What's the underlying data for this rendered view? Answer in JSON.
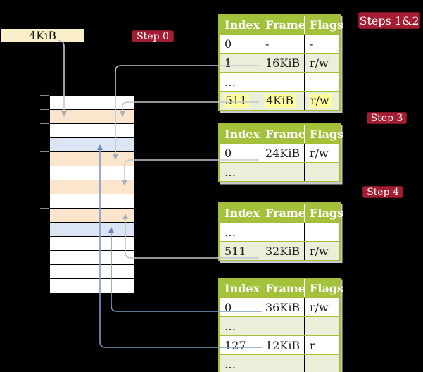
{
  "register": {
    "label": "4KiB"
  },
  "labels": {
    "step0": "Step 0",
    "steps12": "Steps 1&2",
    "step3": "Step 3",
    "step4": "Step 4"
  },
  "memory": {
    "rows": [
      "free",
      "pagetable",
      "free",
      "data",
      "pagetable",
      "free",
      "pagetable",
      "free",
      "pagetable",
      "data",
      "free",
      "free",
      "free",
      "free"
    ]
  },
  "tables": [
    {
      "name": "page-table-steps-1-2",
      "columns": [
        "Index",
        "Frame",
        "Flags"
      ],
      "rows": [
        {
          "cells": [
            "0",
            "-",
            "-"
          ],
          "shaded": false,
          "highlight": false
        },
        {
          "cells": [
            "1",
            "16KiB",
            "r/w"
          ],
          "shaded": true,
          "highlight": false
        },
        {
          "cells": [
            "…",
            "",
            ""
          ],
          "shaded": false,
          "highlight": false
        },
        {
          "cells": [
            "511",
            "4KiB",
            "r/w"
          ],
          "shaded": true,
          "highlight": true
        }
      ]
    },
    {
      "name": "page-table-step-3",
      "columns": [
        "Index",
        "Frame",
        "Flags"
      ],
      "rows": [
        {
          "cells": [
            "0",
            "24KiB",
            "r/w"
          ],
          "shaded": false,
          "highlight": false
        },
        {
          "cells": [
            "…",
            "",
            ""
          ],
          "shaded": true,
          "highlight": false
        }
      ]
    },
    {
      "name": "page-table-step-4",
      "columns": [
        "Index",
        "Frame",
        "Flags"
      ],
      "rows": [
        {
          "cells": [
            "…",
            "",
            ""
          ],
          "shaded": false,
          "highlight": false
        },
        {
          "cells": [
            "511",
            "32KiB",
            "r/w"
          ],
          "shaded": true,
          "highlight": false
        }
      ]
    },
    {
      "name": "page-table-final",
      "columns": [
        "Index",
        "Frame",
        "Flags"
      ],
      "rows": [
        {
          "cells": [
            "0",
            "36KiB",
            "r/w"
          ],
          "shaded": false,
          "highlight": false
        },
        {
          "cells": [
            "…",
            "",
            ""
          ],
          "shaded": true,
          "highlight": false
        },
        {
          "cells": [
            "127",
            "12KiB",
            "r"
          ],
          "shaded": false,
          "highlight": false
        },
        {
          "cells": [
            "…",
            "",
            ""
          ],
          "shaded": true,
          "highlight": false
        }
      ]
    }
  ],
  "colors": {
    "background": "#000000",
    "register_fill": "#faefc9",
    "badge_red": "#a41e33",
    "header_green": "#a4c13b",
    "row_shaded_green": "#e9efd8",
    "highlight_yellow": "#ffff9e",
    "pagetable_frame_peach": "#fce5cd",
    "data_frame_blue": "#dbe5f4",
    "gray_pointer": "#c3c7cc",
    "blue_pointer": "#7e99cb"
  }
}
